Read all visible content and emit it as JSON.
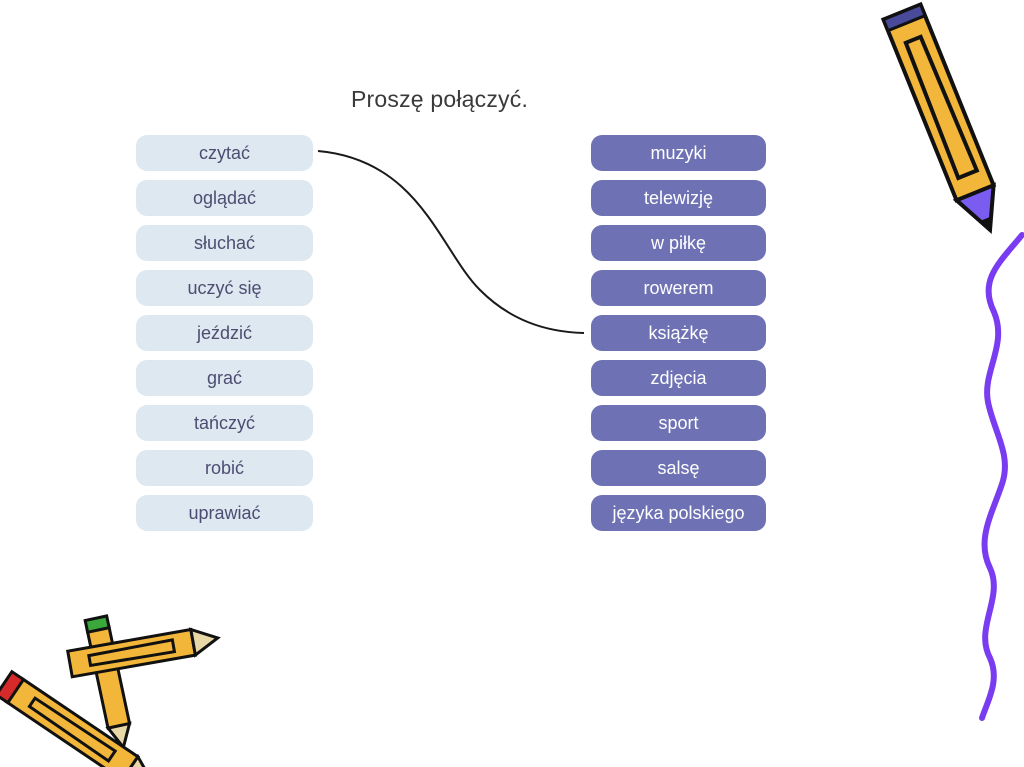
{
  "title": "Proszę połączyć.",
  "left_items": [
    "czytać",
    "oglądać",
    "słuchać",
    "uczyć się",
    "jeździć",
    "grać",
    "tańczyć",
    "robić",
    "uprawiać"
  ],
  "right_items": [
    "muzyki",
    "telewizję",
    "w piłkę",
    "rowerem",
    "książkę",
    "zdjęcia",
    "sport",
    "salsę",
    "języka polskiego"
  ],
  "connections": [
    {
      "from": "czytać",
      "to": "książkę"
    }
  ],
  "colors": {
    "left_pill_bg": "#dde8f0",
    "left_pill_text": "#4d4d72",
    "right_pill_bg": "#6e72b4",
    "right_pill_text": "#ffffff",
    "connector": "#1a1a1a",
    "squiggle": "#7a3cf0",
    "pencil_body": "#f2b73a"
  },
  "decorations": [
    "pencil-icon",
    "crossed-pencils-icon",
    "squiggle-border"
  ]
}
